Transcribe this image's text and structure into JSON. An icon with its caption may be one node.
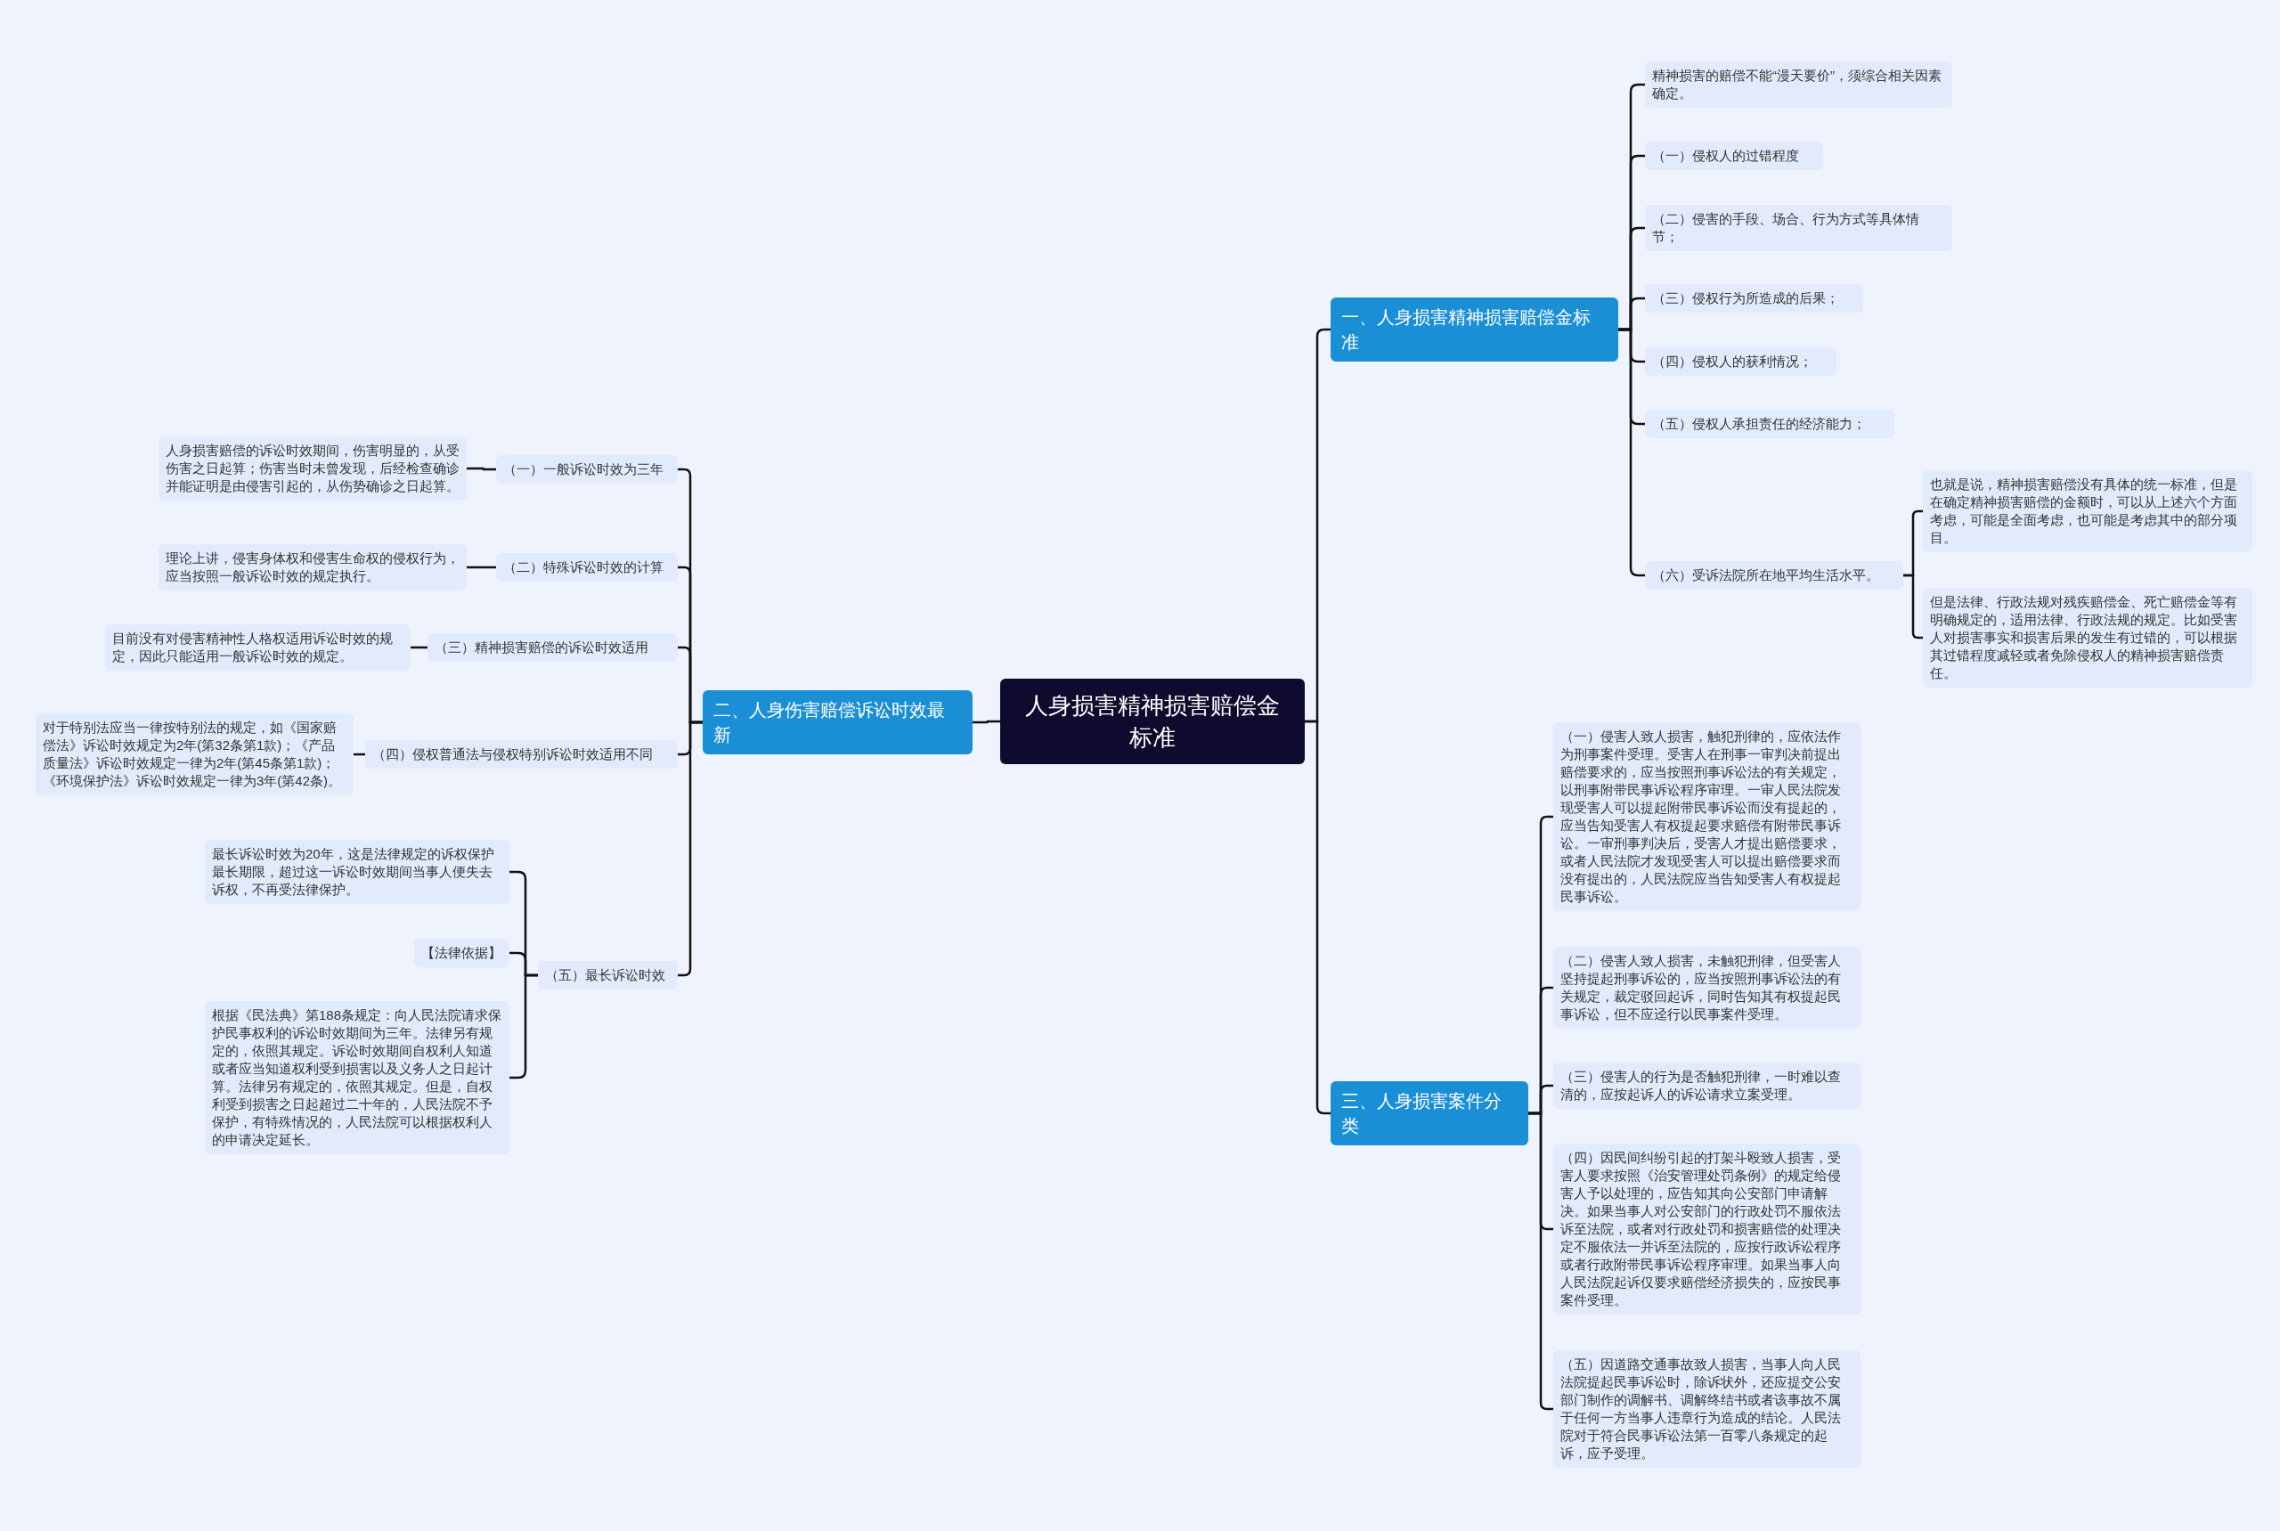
{
  "diagram": {
    "nodes": [
      {
        "text": [
          "人身损害精神损害赔偿金标准"
        ]
      },
      {
        "text": [
          "一、人身损害精神损害赔偿金标准"
        ]
      },
      {
        "text": [
          "精神损害的赔偿不能“漫天要价”，须综合相关因素确定。"
        ]
      },
      {
        "text": [
          "（一）侵权人的过错程度"
        ]
      },
      {
        "text": [
          "（二）侵害的手段、场合、行为方式等具体情节；"
        ]
      },
      {
        "text": [
          "（三）侵权行为所造成的后果；"
        ]
      },
      {
        "text": [
          "（四）侵权人的获利情况；"
        ]
      },
      {
        "text": [
          "（五）侵权人承担责任的经济能力；"
        ]
      },
      {
        "text": [
          "（六）受诉法院所在地平均生活水平。"
        ]
      },
      {
        "text": [
          "也就是说，精神损害赔偿没有具体的统一标准，但是在确定精神损害赔偿的金额时，可以从上述六个方面考虑，可能是全面考虑，也可能是考虑其中的部分项目。"
        ]
      },
      {
        "text": [
          "但是法律、行政法规对残疾赔偿金、死亡赔偿金等有明确规定的，适用法律、行政法规的规定。比如受害人对损害事实和损害后果的发生有过错的，可以根据其过错程度减轻或者免除侵权人的精神损害赔偿责任。"
        ]
      },
      {
        "text": [
          "二、人身伤害赔偿诉讼时效最新"
        ]
      },
      {
        "text": [
          "（一）一般诉讼时效为三年"
        ]
      },
      {
        "text": [
          "人身损害赔偿的诉讼时效期间，伤害明显的，从受伤害之日起算；伤害当时未曾发现，后经检查确诊并能证明是由侵害引起的，从伤势确诊之日起算。"
        ]
      },
      {
        "text": [
          "（二）特殊诉讼时效的计算"
        ]
      },
      {
        "text": [
          "理论上讲，侵害身体权和侵害生命权的侵权行为，应当按照一般诉讼时效的规定执行。"
        ]
      },
      {
        "text": [
          "（三）精神损害赔偿的诉讼时效适用"
        ]
      },
      {
        "text": [
          "目前没有对侵害精神性人格权适用诉讼时效的规定，因此只能适用一般诉讼时效的规定。"
        ]
      },
      {
        "text": [
          "（四）侵权普通法与侵权特别诉讼时效适用不同"
        ]
      },
      {
        "text": [
          "对于特别法应当一律按特别法的规定，如《国家赔偿法》诉讼时效规定为2年(第32条第1款)；《产品质量法》诉讼时效规定一律为2年(第45条第1款)；《环境保护法》诉讼时效规定一律为3年(第42条)。"
        ]
      },
      {
        "text": [
          "（五）最长诉讼时效"
        ]
      },
      {
        "text": [
          "最长诉讼时效为20年，这是法律规定的诉权保护最长期限，超过这一诉讼时效期间当事人便失去诉权，不再受法律保护。"
        ]
      },
      {
        "text": [
          "【法律依据】"
        ]
      },
      {
        "text": [
          "根据《民法典》第188条规定：向人民法院请求保护民事权利的诉讼时效期间为三年。法律另有规定的，依照其规定。诉讼时效期间自权利人知道或者应当知道权利受到损害以及义务人之日起计算。法律另有规定的，依照其规定。但是，自权利受到损害之日起超过二十年的，人民法院不予保护，有特殊情况的，人民法院可以根据权利人的申请决定延长。"
        ]
      },
      {
        "text": [
          "三、人身损害案件分类"
        ]
      },
      {
        "text": [
          "（一）侵害人致人损害，触犯刑律的，应依法作为刑事案件受理。受害人在刑事一审判决前提出赔偿要求的，应当按照刑事诉讼法的有关规定，以刑事附带民事诉讼程序审理。一审人民法院发现受害人可以提起附带民事诉讼而没有提起的，应当告知受害人有权提起要求赔偿有附带民事诉讼。一审刑事判决后，受害人才提出赔偿要求，或者人民法院才发现受害人可以提出赔偿要求而没有提出的，人民法院应当告知受害人有权提起民事诉讼。"
        ]
      },
      {
        "text": [
          "（二）侵害人致人损害，未触犯刑律，但受害人坚持提起刑事诉讼的，应当按照刑事诉讼法的有关规定，裁定驳回起诉，同时告知其有权提起民事诉讼，但不应迳行以民事案件受理。"
        ]
      },
      {
        "text": [
          "（三）侵害人的行为是否触犯刑律，一时难以查清的，应按起诉人的诉讼请求立案受理。"
        ]
      },
      {
        "text": [
          "（四）因民间纠纷引起的打架斗殴致人损害，受害人要求按照《治安管理处罚条例》的规定给侵害人予以处理的，应告知其向公安部门申请解决。如果当事人对公安部门的行政处罚不服依法诉至法院，或者对行政处罚和损害赔偿的处理决定不服依法一并诉至法院的，应按行政诉讼程序或者行政附带民事诉讼程序审理。如果当事人向人民法院起诉仅要求赔偿经济损失的，应按民事案件受理。"
        ]
      },
      {
        "text": [
          "（五）因道路交通事故致人损害，当事人向人民法院提起民事诉讼时，除诉状外，还应提交公安部门制作的调解书、调解终结书或者该事故不属于任何一方当事人违章行为造成的结论。人民法院对于符合民事诉讼法第一百零八条规定的起诉，应予受理。"
        ]
      }
    ],
    "edges": [
      {
        "from": 0,
        "to": 1,
        "arrow": "none"
      },
      {
        "from": 0,
        "to": 11,
        "arrow": "none"
      },
      {
        "from": 0,
        "to": 24,
        "arrow": "none"
      },
      {
        "from": 1,
        "to": 2,
        "arrow": "none"
      },
      {
        "from": 1,
        "to": 3,
        "arrow": "none"
      },
      {
        "from": 1,
        "to": 4,
        "arrow": "none"
      },
      {
        "from": 1,
        "to": 5,
        "arrow": "none"
      },
      {
        "from": 1,
        "to": 6,
        "arrow": "none"
      },
      {
        "from": 1,
        "to": 7,
        "arrow": "none"
      },
      {
        "from": 1,
        "to": 8,
        "arrow": "none"
      },
      {
        "from": 8,
        "to": 9,
        "arrow": "none"
      },
      {
        "from": 8,
        "to": 10,
        "arrow": "none"
      },
      {
        "from": 11,
        "to": 12,
        "arrow": "none"
      },
      {
        "from": 11,
        "to": 14,
        "arrow": "none"
      },
      {
        "from": 11,
        "to": 16,
        "arrow": "none"
      },
      {
        "from": 11,
        "to": 18,
        "arrow": "none"
      },
      {
        "from": 11,
        "to": 20,
        "arrow": "none"
      },
      {
        "from": 12,
        "to": 13,
        "arrow": "none"
      },
      {
        "from": 14,
        "to": 15,
        "arrow": "none"
      },
      {
        "from": 16,
        "to": 17,
        "arrow": "none"
      },
      {
        "from": 18,
        "to": 19,
        "arrow": "none"
      },
      {
        "from": 20,
        "to": 21,
        "arrow": "none"
      },
      {
        "from": 20,
        "to": 22,
        "arrow": "none"
      },
      {
        "from": 20,
        "to": 23,
        "arrow": "none"
      },
      {
        "from": 24,
        "to": 25,
        "arrow": "none"
      },
      {
        "from": 24,
        "to": 26,
        "arrow": "none"
      },
      {
        "from": 24,
        "to": 27,
        "arrow": "none"
      },
      {
        "from": 24,
        "to": 28,
        "arrow": "none"
      },
      {
        "from": 24,
        "to": 29,
        "arrow": "none"
      }
    ]
  }
}
